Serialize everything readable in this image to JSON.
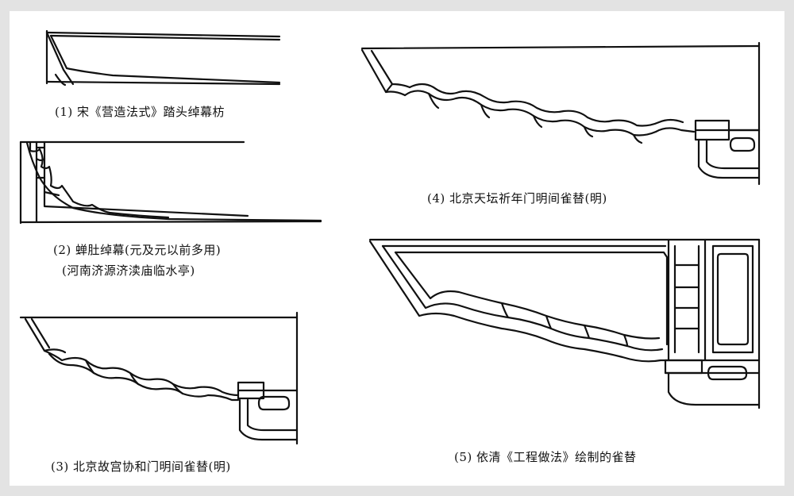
{
  "figures": [
    {
      "caption": "(1) 宋《营造法式》踏头绰幕枋"
    },
    {
      "caption": "(2) 蝉肚绰幕(元及元以前多用)",
      "caption2": "(河南济源济渎庙临水亭)"
    },
    {
      "caption": "(3) 北京故宫协和门明间雀替(明)"
    },
    {
      "caption": "(4) 北京天坛祈年门明间雀替(明)"
    },
    {
      "caption": "(5) 依清《工程做法》绘制的雀替"
    }
  ],
  "colors": {
    "background": "#e3e3e3",
    "panel": "#ffffff",
    "ink": "#111111"
  }
}
